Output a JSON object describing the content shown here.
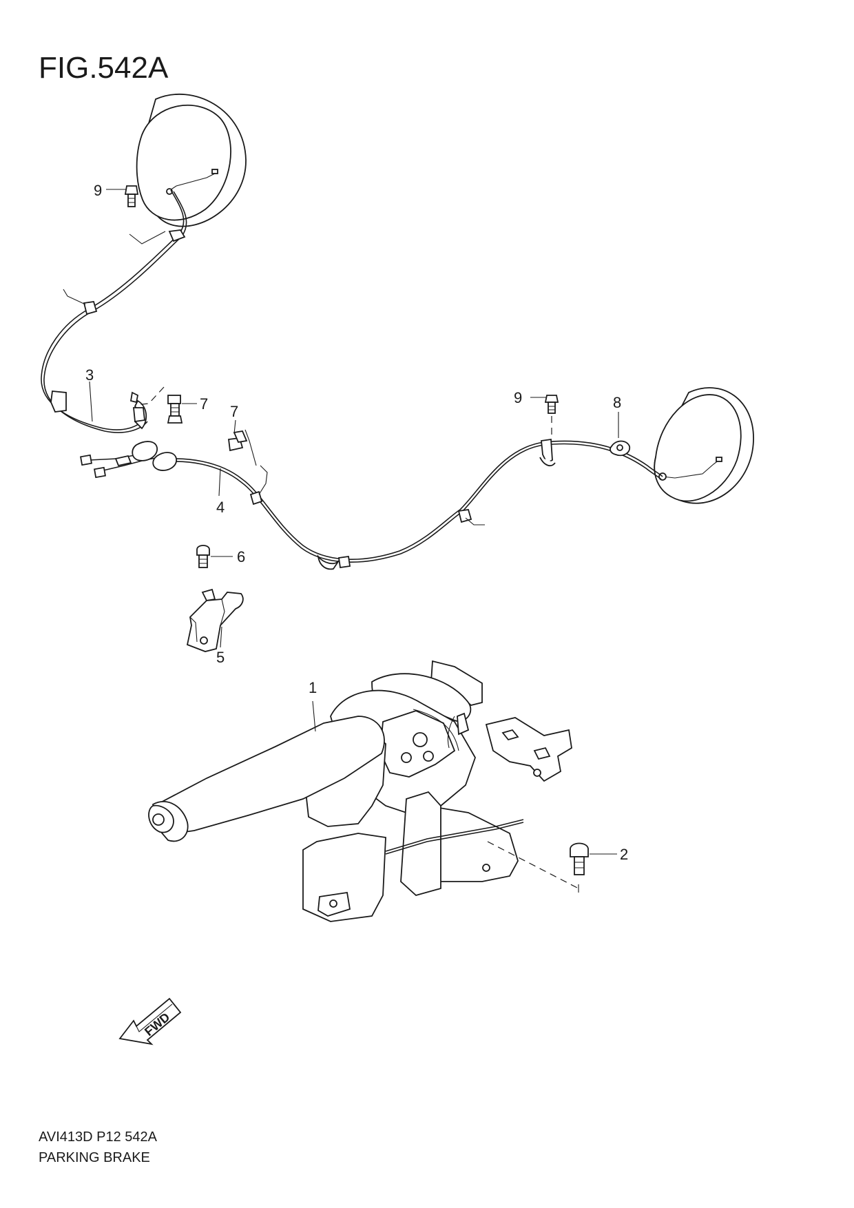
{
  "figure": {
    "title": "FIG.542A",
    "code": "AVI413D P12 542A",
    "name": "PARKING BRAKE"
  },
  "callouts": {
    "c1": "1",
    "c2": "2",
    "c3": "3",
    "c4": "4",
    "c5": "5",
    "c6": "6",
    "c7a": "7",
    "c7b": "7",
    "c8": "8",
    "c9a": "9",
    "c9b": "9"
  },
  "fwd_arrow_label": "FWD"
}
